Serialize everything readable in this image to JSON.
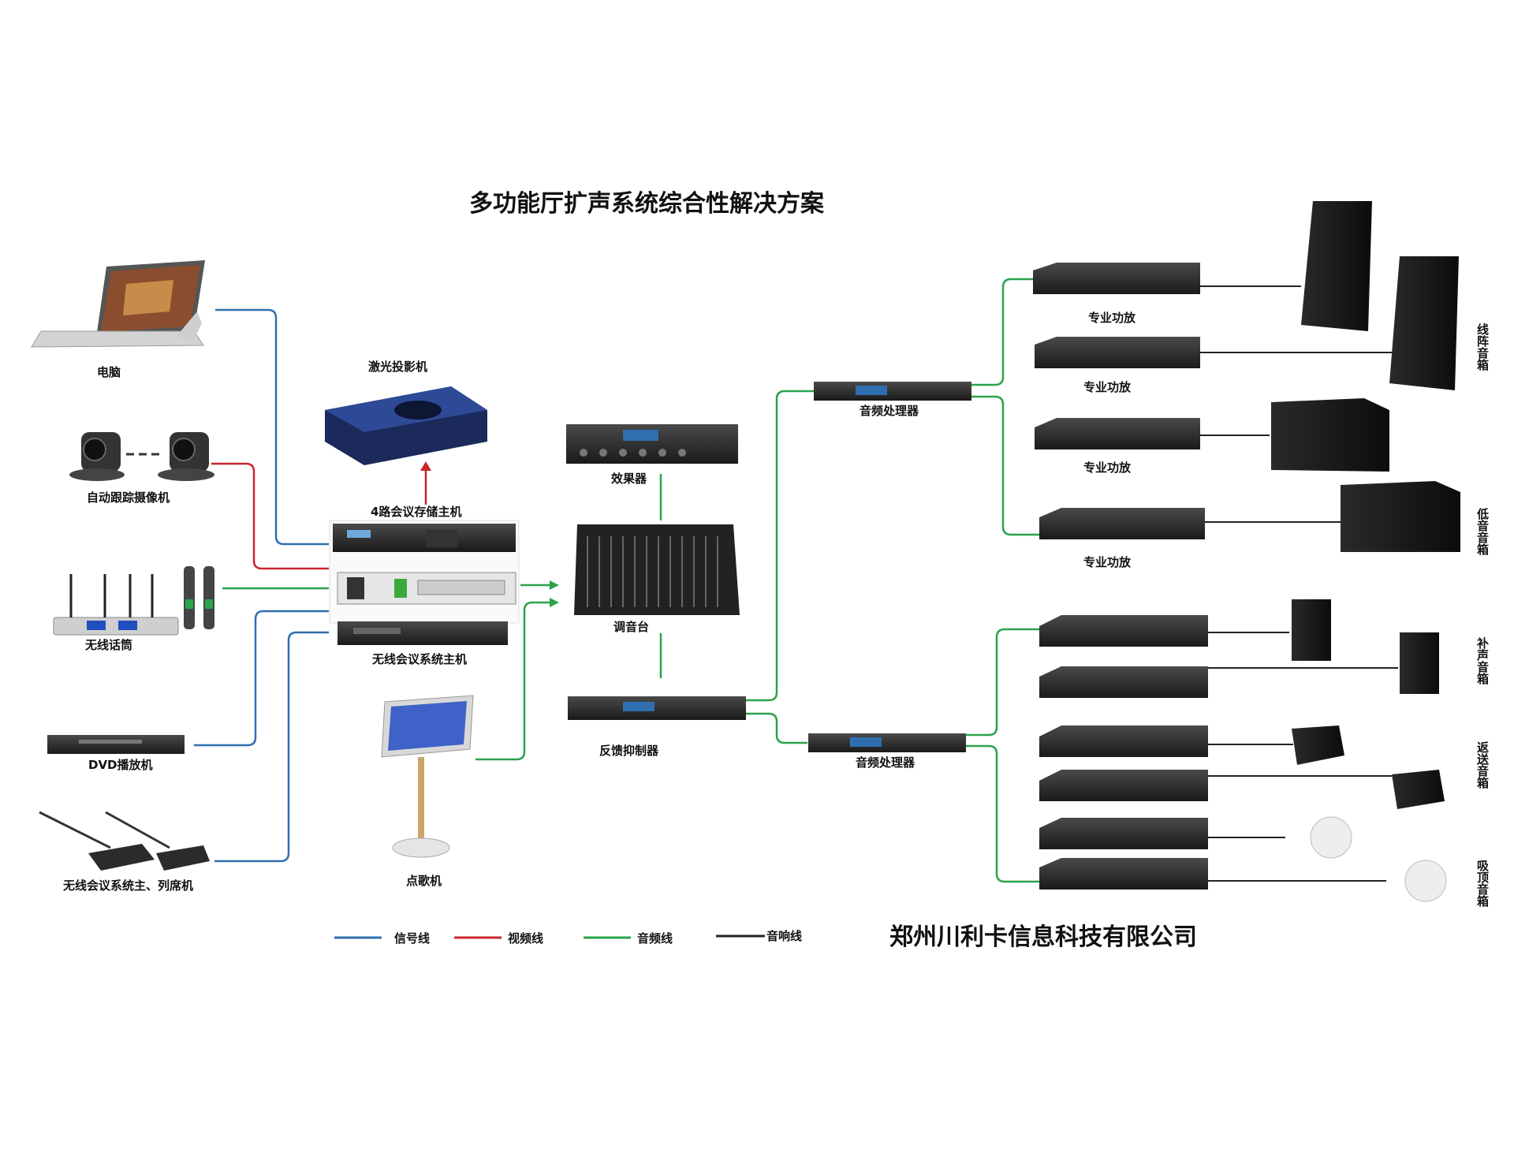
{
  "title": "多功能厅扩声系统综合性解决方案",
  "company": "郑州川利卡信息科技有限公司",
  "colors": {
    "signal": "#2f6fb0",
    "video": "#c8262d",
    "audio": "#2aa34a",
    "speaker": "#222222"
  },
  "legend": {
    "signal": "信号线",
    "video": "视频线",
    "audio": "音频线",
    "speaker": "音响线"
  },
  "sources": {
    "pc": "电脑",
    "camera": "自动跟踪摄像机",
    "wireless_mic": "无线话筒",
    "dvd_label": "DVD播放机",
    "conference_units": "无线会议系统主、列席机"
  },
  "projector": "激光投影机",
  "recorder": "4路会议存储主机",
  "conf_host": "无线会议系统主机",
  "karaoke": "点歌机",
  "effects": "效果器",
  "mixer": "调音台",
  "feedback": "反馈抑制器",
  "processor_top": "音频处理器",
  "processor_bottom": "音频处理器",
  "amps": [
    "专业功放",
    "专业功放",
    "专业功放",
    "专业功放"
  ],
  "speaker_groups": {
    "line_array": "线阵音箱",
    "sub": "低音音箱",
    "fill": "补声音箱",
    "monitor": "返送音箱",
    "ceiling": "吸顶音箱"
  }
}
